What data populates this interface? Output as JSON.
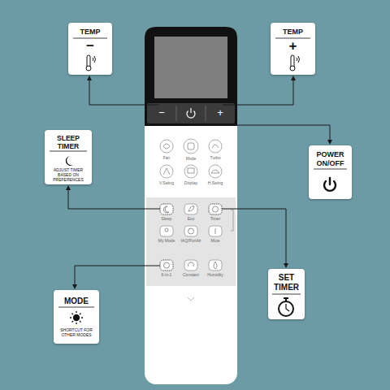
{
  "diagram": {
    "nodes": [
      {
        "text": [
          "TEMP",
          "−"
        ]
      },
      {
        "text": [
          "TEMP",
          "+"
        ]
      },
      {
        "text": [
          "SLEEP TIMER",
          "ADJUST TIMER BASED ON PREFERENCES"
        ]
      },
      {
        "text": [
          "POWER ON/OFF"
        ]
      },
      {
        "text": [
          "SET TIMER"
        ]
      },
      {
        "text": [
          "MODE",
          "SHORTCUT FOR OTHER MODES"
        ]
      }
    ],
    "labels": [
      "−",
      "+",
      "Fan",
      "Mode",
      "Turbo",
      "V.Swing",
      "Display",
      "H.Swing",
      "Sleep",
      "Eco",
      "Timer",
      "My Mode",
      "IAQ/PuriAir",
      "Mute",
      "6-in-1",
      "Constant",
      "Humidity"
    ]
  }
}
